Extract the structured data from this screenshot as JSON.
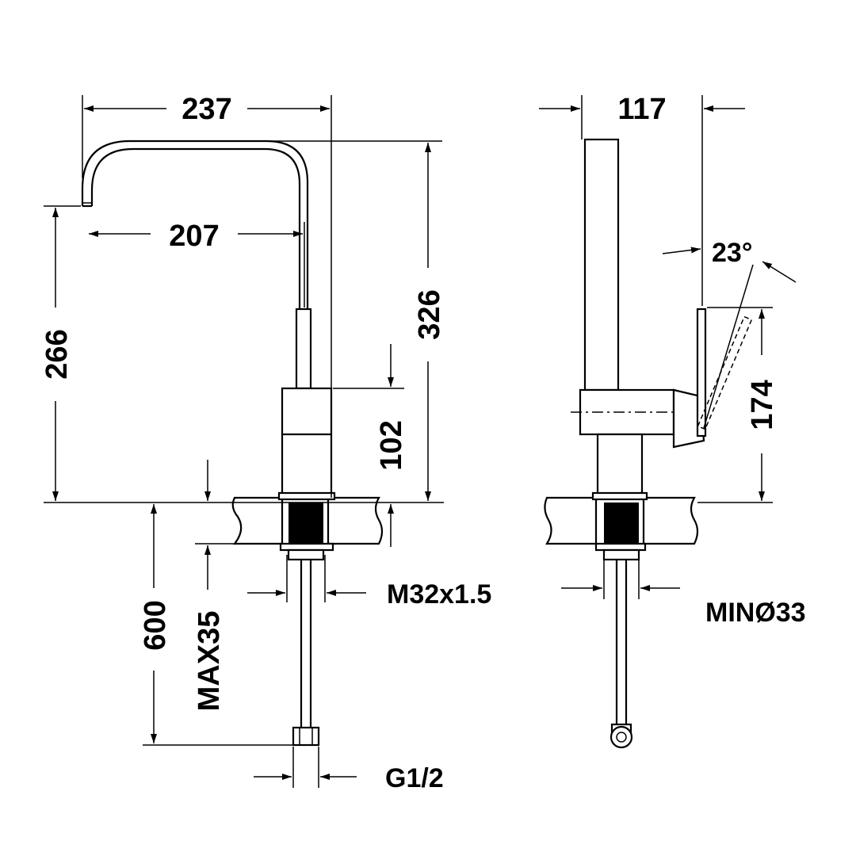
{
  "front_view": {
    "width_overall": "237",
    "spout_reach": "207",
    "spout_height": "266",
    "total_height": "326",
    "body_height": "102",
    "hose_length": "600",
    "deck_thickness": "MAX35",
    "mount_thread": "M32x1.5",
    "connection": "G1/2"
  },
  "side_view": {
    "depth": "117",
    "lever_angle": "23°",
    "lever_height": "174",
    "hole_diameter": "MINØ33"
  },
  "colors": {
    "line": "#000000",
    "background": "#ffffff"
  }
}
